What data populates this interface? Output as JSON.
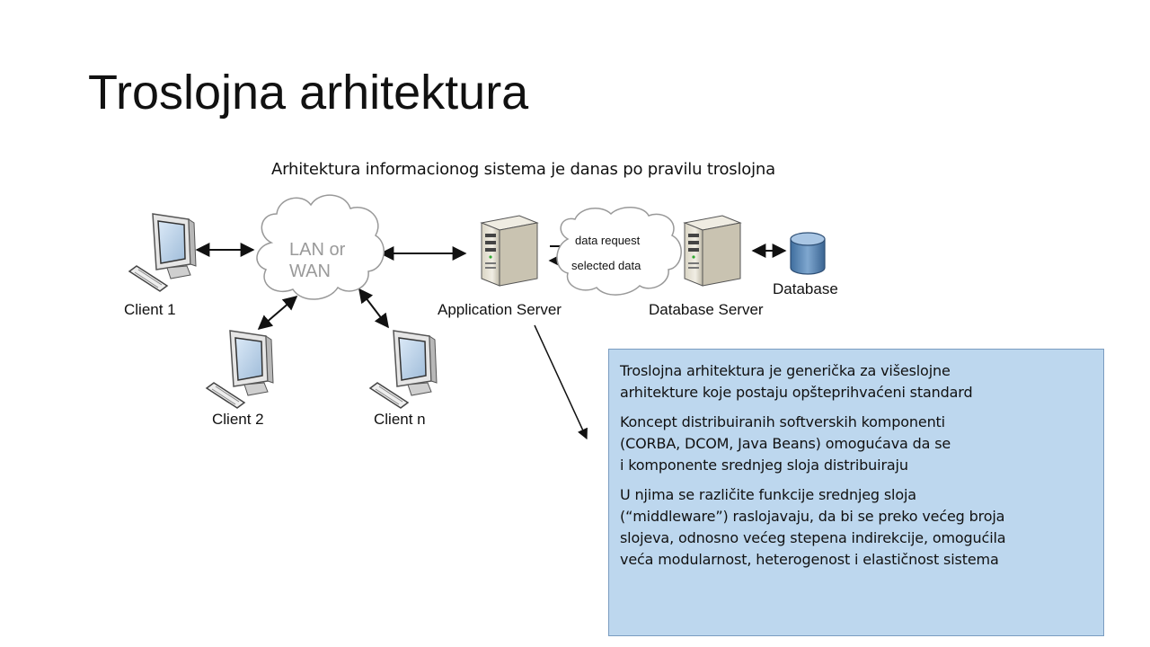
{
  "slide": {
    "title": "Troslojna arhitektura",
    "subtitle": "Arhitektura informacionog sistema je danas po pravilu troslojna"
  },
  "diagram": {
    "nodes": {
      "client1": "Client 1",
      "client2": "Client 2",
      "clientn": "Client n",
      "network_line1": "LAN or",
      "network_line2": "WAN",
      "app_server": "Application Server",
      "db_server": "Database Server",
      "database": "Database"
    },
    "link_labels": {
      "request": "data request",
      "response": "selected data"
    }
  },
  "info_box": {
    "paragraphs": [
      "Troslojna arhitektura je generička za višeslojne\narhitekture koje postaju opšteprihvaćeni standard",
      "Koncept distribuiranih softverskih komponenti\n(CORBA, DCOM, Java Beans) omogućava da se\ni komponente srednjeg sloja  distribuiraju",
      "U njima se različite funkcije srednjeg sloja\n(“middleware”) raslojavaju, da bi se preko većeg broja\nslojeva, odnosno većeg stepena indirekcije, omogućila\nveća modularnost, heterogenost i elastičnost sistema"
    ]
  },
  "colors": {
    "box_fill": "#bdd7ee",
    "box_border": "#7a9cc0",
    "database_blue": "#4f7fb0"
  },
  "icons": [
    "computer-icon",
    "cloud-icon",
    "server-icon",
    "database-icon"
  ]
}
